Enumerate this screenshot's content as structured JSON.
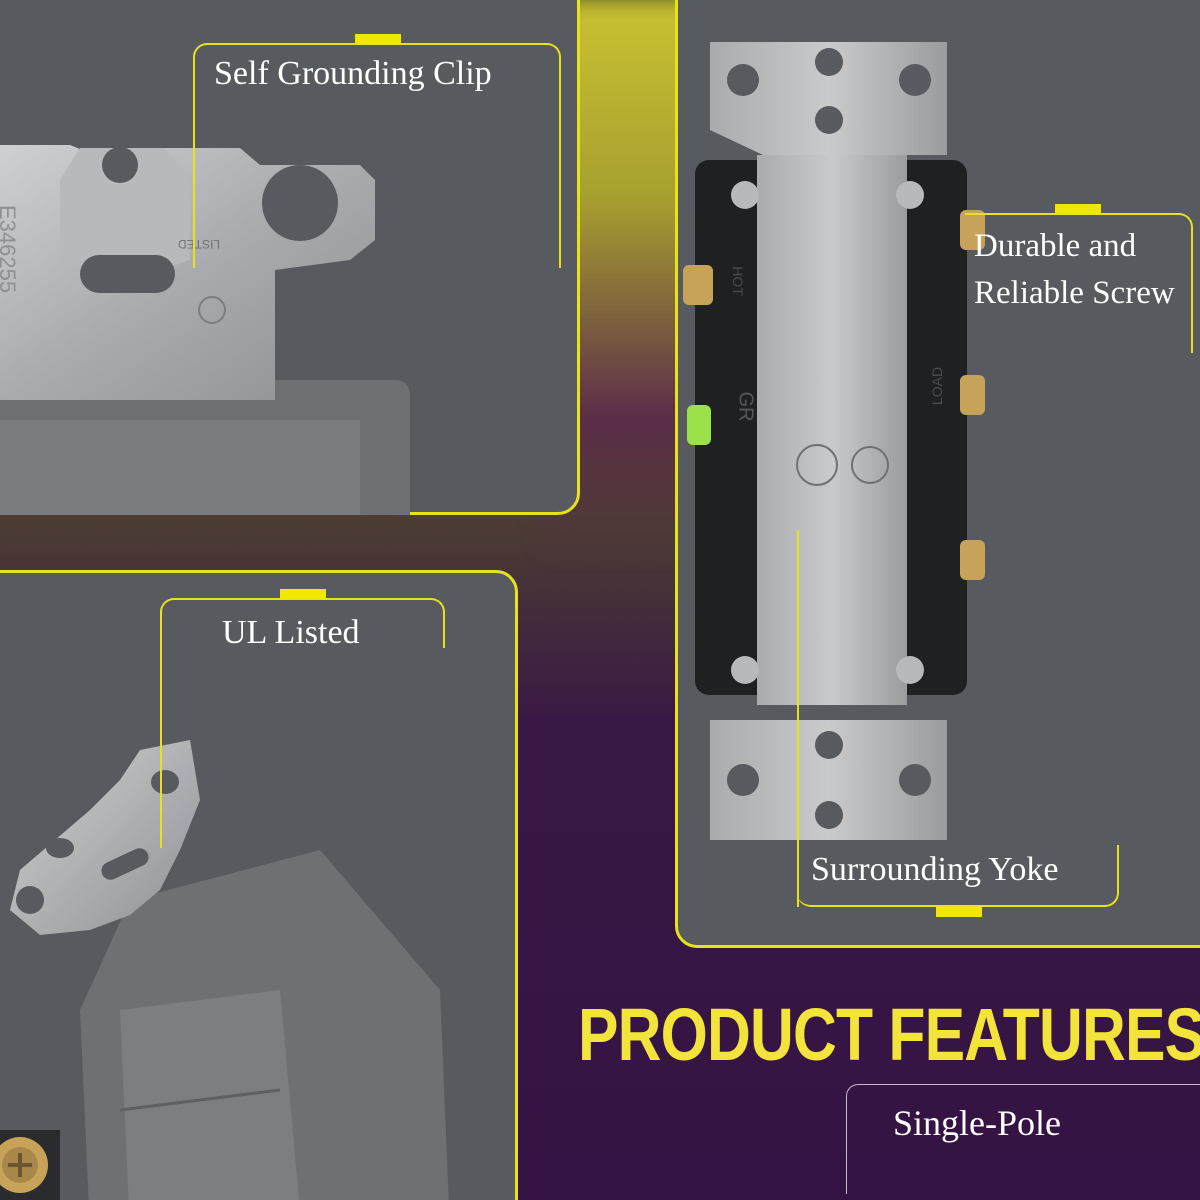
{
  "callouts": {
    "grounding_clip": "Self Grounding Clip",
    "ul_listed": "UL Listed",
    "screw_line1": "Durable and",
    "screw_line2": "Reliable Screw",
    "yoke": "Surrounding Yoke"
  },
  "title": "PRODUCT FEATURES",
  "subtitle": "Single-Pole",
  "switch_marks": {
    "gr": "GR",
    "hot": "HOT",
    "load": "LOAD"
  },
  "colors": {
    "accent_yellow": "#e7e21a",
    "title_yellow": "#f2e43a",
    "panel_gray": "#575a5e",
    "background_purple": "#341243"
  }
}
